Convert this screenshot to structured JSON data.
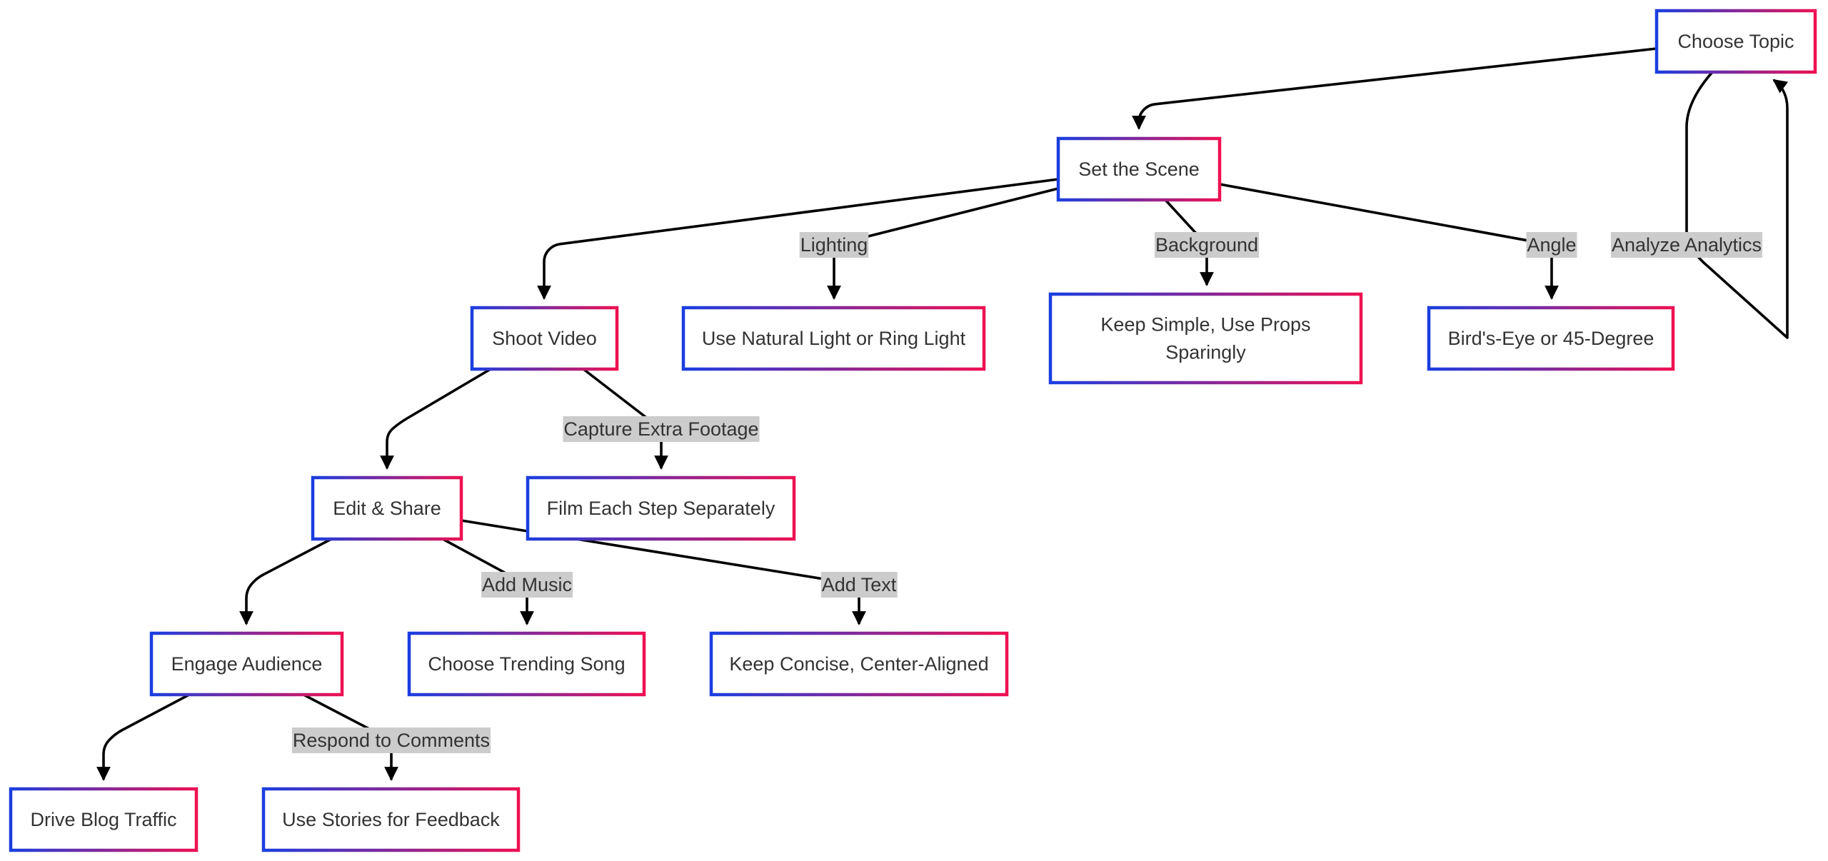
{
  "diagram": {
    "type": "flowchart",
    "node_gradient": {
      "start": "#1a3ee0",
      "end": "#ee1152"
    },
    "edge_color": "#000000",
    "edge_label_background": "#cccccc",
    "text_color": "#333333",
    "nodes": [
      {
        "id": "choose-topic",
        "lines": [
          "Choose Topic"
        ]
      },
      {
        "id": "set-the-scene",
        "lines": [
          "Set the Scene"
        ]
      },
      {
        "id": "shoot-video",
        "lines": [
          "Shoot Video"
        ]
      },
      {
        "id": "use-natural-light",
        "lines": [
          "Use Natural Light or Ring Light"
        ]
      },
      {
        "id": "keep-simple",
        "lines": [
          "Keep Simple, Use Props",
          "Sparingly"
        ]
      },
      {
        "id": "birds-eye",
        "lines": [
          "Bird's-Eye or 45-Degree"
        ]
      },
      {
        "id": "edit-share",
        "lines": [
          "Edit & Share"
        ]
      },
      {
        "id": "film-each-step",
        "lines": [
          "Film Each Step Separately"
        ]
      },
      {
        "id": "engage-audience",
        "lines": [
          "Engage Audience"
        ]
      },
      {
        "id": "choose-trending-song",
        "lines": [
          "Choose Trending Song"
        ]
      },
      {
        "id": "keep-concise",
        "lines": [
          "Keep Concise, Center-Aligned"
        ]
      },
      {
        "id": "drive-blog-traffic",
        "lines": [
          "Drive Blog Traffic"
        ]
      },
      {
        "id": "use-stories",
        "lines": [
          "Use Stories for Feedback"
        ]
      }
    ],
    "edges": [
      {
        "id": "topic-to-scene",
        "from": "choose-topic",
        "to": "set-the-scene",
        "label": ""
      },
      {
        "id": "scene-to-shoot",
        "from": "set-the-scene",
        "to": "shoot-video",
        "label": ""
      },
      {
        "id": "scene-lighting",
        "from": "set-the-scene",
        "to": "use-natural-light",
        "label": "Lighting"
      },
      {
        "id": "scene-background",
        "from": "set-the-scene",
        "to": "keep-simple",
        "label": "Background"
      },
      {
        "id": "scene-angle",
        "from": "set-the-scene",
        "to": "birds-eye",
        "label": "Angle"
      },
      {
        "id": "shoot-to-edit",
        "from": "shoot-video",
        "to": "edit-share",
        "label": ""
      },
      {
        "id": "shoot-footage",
        "from": "shoot-video",
        "to": "film-each-step",
        "label": "Capture Extra Footage"
      },
      {
        "id": "edit-to-engage",
        "from": "edit-share",
        "to": "engage-audience",
        "label": ""
      },
      {
        "id": "edit-music",
        "from": "edit-share",
        "to": "choose-trending-song",
        "label": "Add Music"
      },
      {
        "id": "edit-text",
        "from": "edit-share",
        "to": "keep-concise",
        "label": "Add Text"
      },
      {
        "id": "engage-to-blog",
        "from": "engage-audience",
        "to": "drive-blog-traffic",
        "label": ""
      },
      {
        "id": "engage-comments",
        "from": "engage-audience",
        "to": "use-stories",
        "label": "Respond to Comments"
      },
      {
        "id": "analytics-loop",
        "from": "choose-topic",
        "to": "choose-topic",
        "label": "Analyze Analytics"
      }
    ]
  }
}
